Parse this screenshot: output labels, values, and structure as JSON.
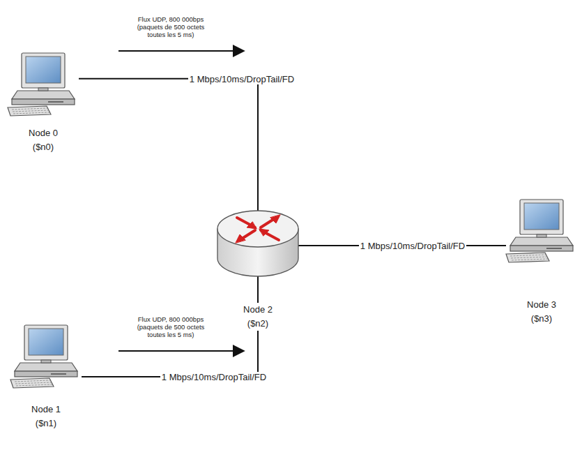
{
  "diagram": {
    "nodes": [
      {
        "text": [
          "Node 0 ($n0)"
        ]
      },
      {
        "text": [
          "Node 1 ($n1)"
        ]
      },
      {
        "text": [
          "Node 2 ($n2)"
        ]
      },
      {
        "text": [
          "Node 3 ($n3)"
        ]
      }
    ],
    "edges": [
      {
        "from": 0,
        "to": 2,
        "arrow": "none",
        "label": "1 Mbps/10ms/DropTail/FD"
      },
      {
        "from": 1,
        "to": 2,
        "arrow": "none",
        "label": "1 Mbps/10ms/DropTail/FD"
      },
      {
        "from": 2,
        "to": 3,
        "arrow": "none",
        "label": "1 Mbps/10ms/DropTail/FD"
      }
    ],
    "labels": [
      "Flux UDP, 800 000bps (paquets de 500 octets toutes les 5 ms)",
      "Flux UDP, 800 000bps (paquets de 500 octets toutes les 5 ms)"
    ]
  }
}
